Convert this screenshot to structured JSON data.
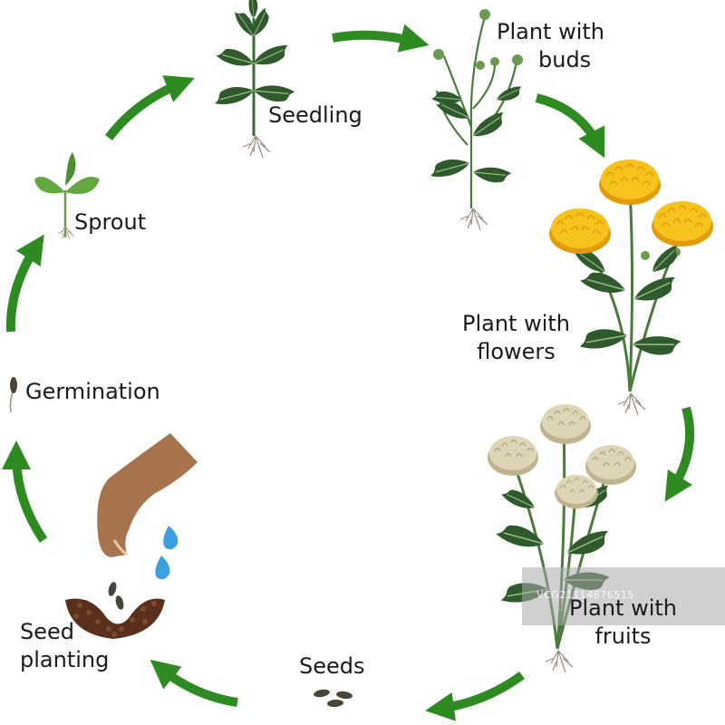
{
  "diagram": {
    "stages": {
      "seedling": "Seedling",
      "buds_l1": "Plant with",
      "buds_l2": "buds",
      "flowers_l1": "Plant with",
      "flowers_l2": "flowers",
      "fruits_l1": "Plant with",
      "fruits_l2": "fruits",
      "seeds": "Seeds",
      "planting_l1": "Seed",
      "planting_l2": "planting",
      "germination": "Germination",
      "sprout": "Sprout"
    },
    "watermark": "VCG21114876515"
  },
  "colors": {
    "arrow": "#2e8b22",
    "leaf": "#2f5a2c",
    "leaf_light": "#5d8f4e",
    "flower": "#f6c21c",
    "flower_dark": "#e39a0d",
    "fruit": "#d8d0b0",
    "root": "#9a8e7e",
    "soil": "#5a2f1b",
    "water": "#3aa0e0",
    "hand": "#a8744e"
  }
}
